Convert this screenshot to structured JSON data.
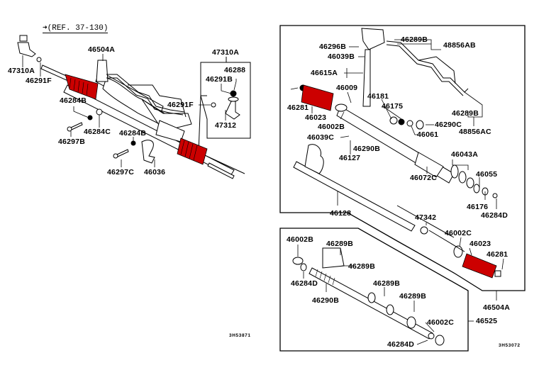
{
  "reference": "➜(REF. 37-130)",
  "boot_color": "#cc0000",
  "drawing_codes": {
    "left": "3H53871",
    "right": "3H53072"
  },
  "left_assembly": {
    "labels": {
      "p47310A_outer": "47310A",
      "p46291F_outer": "46291F",
      "p46504A": "46504A",
      "p46284B_a": "46284B",
      "p46284C": "46284C",
      "p46297B": "46297B",
      "p46284B_b": "46284B",
      "p46297C": "46297C",
      "p46036": "46036",
      "p46291F_inner": "46291F"
    },
    "kit_47310A": {
      "title": "47310A",
      "items": {
        "p46288": "46288",
        "p46291B": "46291B",
        "p47312": "47312"
      }
    }
  },
  "right_upper_assembly": {
    "labels": {
      "p46296B": "46296B",
      "p46039B": "46039B",
      "p46615A": "46615A",
      "p46281": "46281",
      "p46023": "46023",
      "p46009": "46009",
      "p46002B": "46002B",
      "p46039C": "46039C",
      "p46290B": "46290B",
      "p46127": "46127",
      "p46181": "46181",
      "p46175": "46175",
      "p46290C": "46290C",
      "p46061": "46061",
      "p46289B_top": "46289B",
      "p48856AB": "48856AB",
      "p46289B_mid": "46289B",
      "p48856AC": "48856AC",
      "p46043A": "46043A",
      "p46072C": "46072C",
      "p46055": "46055",
      "p46176": "46176",
      "p46284D": "46284D",
      "p46128": "46128",
      "p47342": "47342",
      "p46002C": "46002C",
      "p46023_b": "46023",
      "p46281_b": "46281",
      "p46504A": "46504A"
    }
  },
  "right_lower_assembly": {
    "labels": {
      "p46002B": "46002B",
      "p46289B_a": "46289B",
      "p46289B_b": "46289B",
      "p46284D_a": "46284D",
      "p46290B": "46290B",
      "p46289B_c": "46289B",
      "p46289B_d": "46289B",
      "p46002C": "46002C",
      "p46284D_b": "46284D",
      "p46525": "46525"
    }
  }
}
